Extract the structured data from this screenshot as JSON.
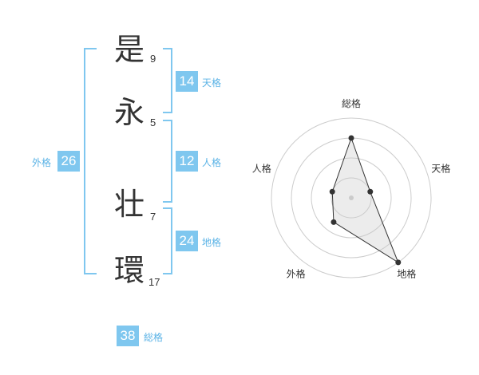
{
  "name": {
    "chars": [
      {
        "char": "是",
        "strokes": "9"
      },
      {
        "char": "永",
        "strokes": "5"
      },
      {
        "char": "壮",
        "strokes": "7"
      },
      {
        "char": "環",
        "strokes": "17"
      }
    ]
  },
  "fortunes": {
    "tenkaku": {
      "value": "14",
      "label": "天格"
    },
    "jinkaku": {
      "value": "12",
      "label": "人格"
    },
    "chikaku": {
      "value": "24",
      "label": "地格"
    },
    "gaikaku": {
      "value": "26",
      "label": "外格"
    },
    "soukaku": {
      "value": "38",
      "label": "総格"
    }
  },
  "chart_data": {
    "type": "radar",
    "axes": [
      "総格",
      "天格",
      "地格",
      "外格",
      "人格"
    ],
    "rings": 4,
    "max": 4,
    "values": [
      3,
      1,
      4,
      1.5,
      1
    ]
  }
}
